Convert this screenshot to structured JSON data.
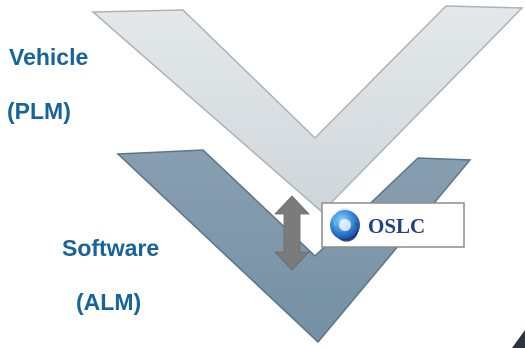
{
  "labels": {
    "vehicle": "Vehicle",
    "vehicle_system": "(PLM)",
    "software": "Software",
    "software_system": "(ALM)"
  },
  "badge": {
    "text": "OSLC",
    "logo_icon": "oslc-logo-icon"
  },
  "icons": {
    "link_arrow": "double-headed-arrow-icon"
  },
  "colors": {
    "label_text": "#17649b",
    "upper_v_fill": "#d7dde0",
    "upper_v_stroke": "#aab3b8",
    "lower_v_fill": "#7f99ac",
    "lower_v_stroke": "#5a7488",
    "arrow": "#7b7b7b",
    "badge_text": "#1f3f88"
  }
}
